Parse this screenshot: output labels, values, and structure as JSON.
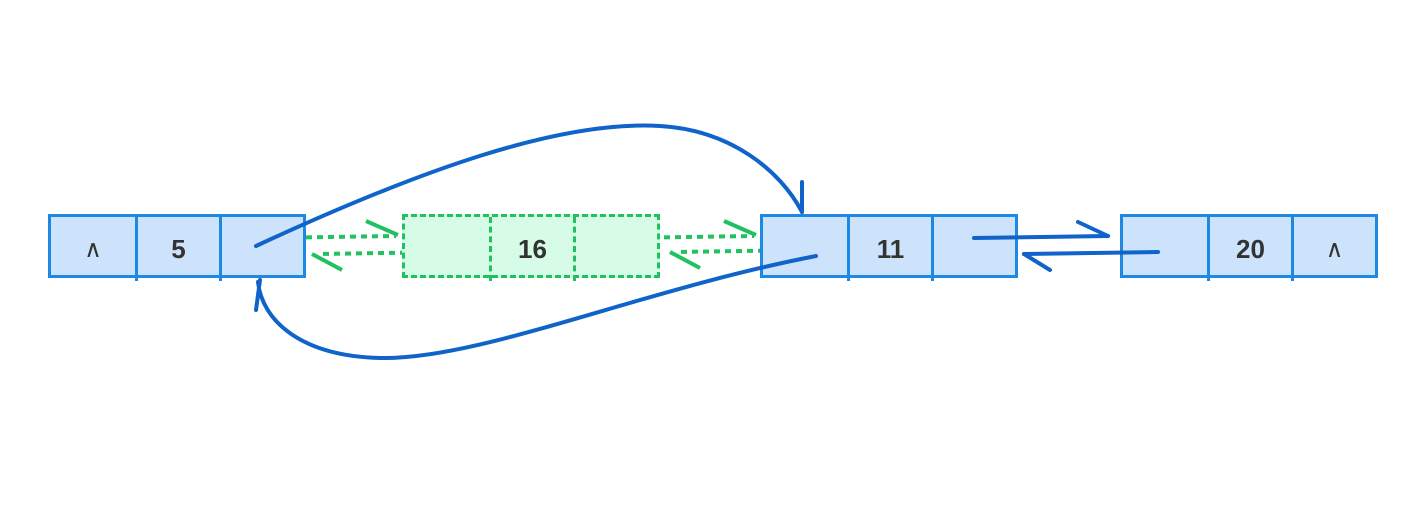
{
  "colors": {
    "node_border": "#1e88e5",
    "node_fill": "#cce3fb",
    "arrow": "#0f63c9",
    "removed_border": "#1fc25e",
    "removed_fill": "#d6fbe6"
  },
  "null_symbol": "∧",
  "nodes": [
    {
      "prev": "∧",
      "value": "5",
      "next": ""
    },
    {
      "prev": "",
      "value": "16",
      "next": "",
      "removed": true
    },
    {
      "prev": "",
      "value": "11",
      "next": ""
    },
    {
      "prev": "",
      "value": "20",
      "next": "∧"
    }
  ]
}
